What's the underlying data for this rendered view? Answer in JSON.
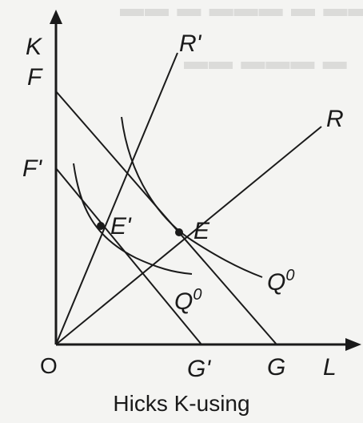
{
  "figure": {
    "axis_labels": {
      "y": "K",
      "x": "L",
      "origin": "O"
    },
    "point_labels": {
      "F": "F",
      "F_prime": "F'",
      "G": "G",
      "G_prime": "G'",
      "R": "R",
      "R_prime": "R'",
      "E": "E",
      "E_prime": "E'",
      "Q0_lower": "Q",
      "Q0_upper": "Q",
      "Q0_sup": "0"
    },
    "caption": "Hicks K-using"
  },
  "colors": {
    "ink": "#1a1a1a",
    "paper": "#f4f4f2"
  }
}
